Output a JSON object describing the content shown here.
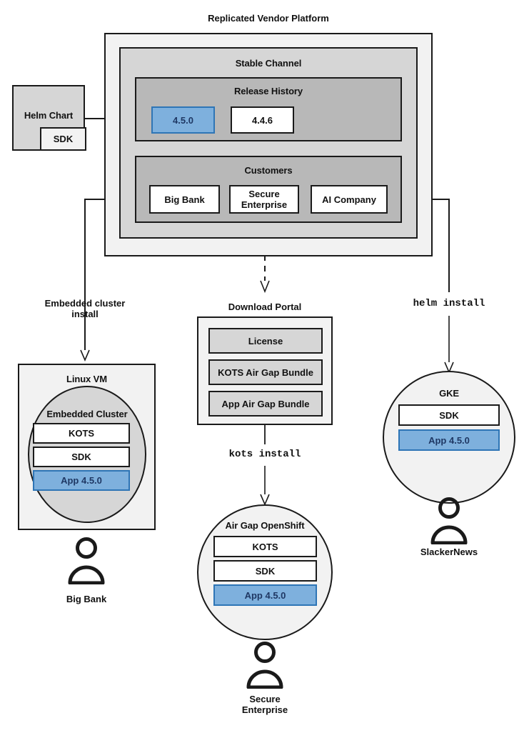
{
  "diagram": {
    "title": "Replicated Vendor Platform",
    "platform": {
      "label": "Replicated Vendor Platform",
      "channel": {
        "label": "Stable Channel",
        "release_history": {
          "label": "Release History",
          "releases": [
            {
              "version": "4.5.0",
              "highlighted": true
            },
            {
              "version": "4.4.6",
              "highlighted": false
            }
          ]
        },
        "customers": {
          "label": "Customers",
          "items": [
            {
              "name": "Big Bank"
            },
            {
              "name": "Secure Enterprise"
            },
            {
              "name": "AI Company"
            }
          ]
        }
      }
    },
    "helm_chart": {
      "label": "Helm Chart",
      "sdk_label": "SDK"
    },
    "download_portal": {
      "label": "Download Portal",
      "artifacts": [
        {
          "name": "License"
        },
        {
          "name": "KOTS Air Gap Bundle"
        },
        {
          "name": "App Air Gap Bundle"
        }
      ]
    },
    "targets": [
      {
        "id": "linux-vm",
        "label": "Linux VM",
        "inner_label": "Embedded Cluster",
        "components": [
          {
            "name": "KOTS",
            "highlighted": false
          },
          {
            "name": "SDK",
            "highlighted": false
          },
          {
            "name": "App 4.5.0",
            "highlighted": true
          }
        ]
      },
      {
        "id": "air-gap-openshift",
        "label": "Air Gap OpenShift",
        "components": [
          {
            "name": "KOTS",
            "highlighted": false
          },
          {
            "name": "SDK",
            "highlighted": false
          },
          {
            "name": "App 4.5.0",
            "highlighted": true
          }
        ]
      },
      {
        "id": "gke",
        "label": "GKE",
        "components": [
          {
            "name": "SDK",
            "highlighted": false
          },
          {
            "name": "App 4.5.0",
            "highlighted": true
          }
        ]
      }
    ],
    "edge_labels": {
      "embedded_cluster_install": "Embedded cluster\ninstall",
      "embedded_cluster_install_line1": "Embedded cluster",
      "embedded_cluster_install_line2": "install",
      "kots_install": "kots install",
      "helm_install": "helm install"
    },
    "actors": [
      {
        "id": "big-bank",
        "label": "Big Bank"
      },
      {
        "id": "secure-enterprise",
        "label": "Secure\nEnterprise",
        "line1": "Secure",
        "line2": "Enterprise"
      },
      {
        "id": "slackernews",
        "label": "SlackerNews"
      }
    ],
    "colors": {
      "stroke": "#1a1a1a",
      "fill_light": "#f2f2f2",
      "fill_mid": "#d6d6d6",
      "fill_dark": "#b8b8b8",
      "accent_fill": "#7eb0dd",
      "accent_stroke": "#2e75b6",
      "accent_text": "#1f3864"
    }
  }
}
